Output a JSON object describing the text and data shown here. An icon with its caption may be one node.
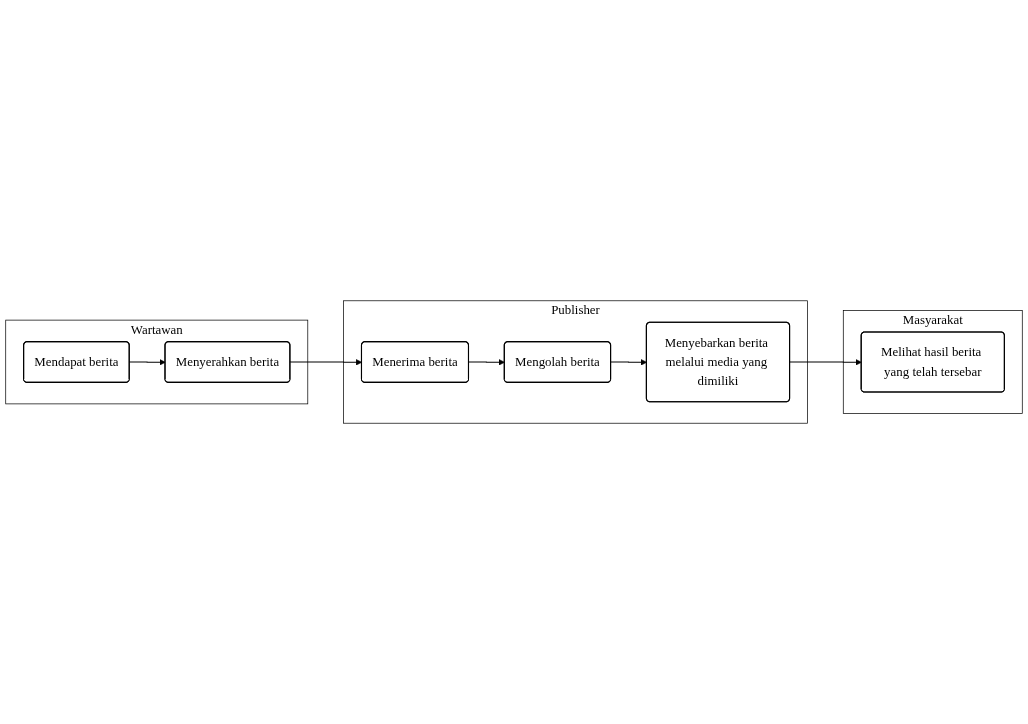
{
  "diagram": {
    "nodes": [
      {
        "text": [
          "Wartawan"
        ]
      },
      {
        "text": [
          "Mendapat berita"
        ],
        "in": 0
      },
      {
        "text": [
          "Menyerahkan berita"
        ],
        "in": 0
      },
      {
        "text": [
          "Publisher"
        ]
      },
      {
        "text": [
          "Menerima berita"
        ],
        "in": 3
      },
      {
        "text": [
          "Mengolah berita"
        ],
        "in": 3
      },
      {
        "text": [
          "Menyebarkan berita melalui media yang dimiliki"
        ],
        "in": 3
      },
      {
        "text": [
          "Masyarakat"
        ]
      },
      {
        "text": [
          "Melihat hasil berita yang telah tersebar"
        ],
        "in": 7
      }
    ],
    "edges": [
      {
        "from": 1,
        "to": 2,
        "arrow": "to"
      },
      {
        "from": 2,
        "to": 4,
        "arrow": "to"
      },
      {
        "from": 4,
        "to": 5,
        "arrow": "to"
      },
      {
        "from": 5,
        "to": 6,
        "arrow": "to"
      },
      {
        "from": 6,
        "to": 8,
        "arrow": "to"
      }
    ]
  }
}
